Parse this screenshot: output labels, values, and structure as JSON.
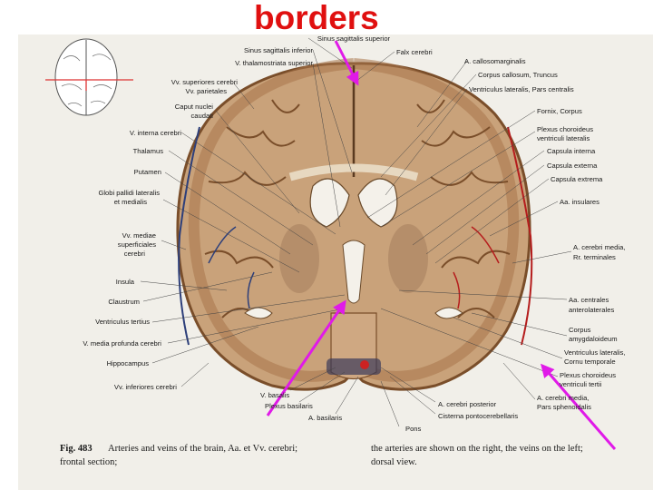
{
  "slide_title": "borders",
  "colors": {
    "title": "#e01010",
    "arrow": "#e01ae8",
    "tissue": "#c9a27a",
    "gray_matter": "#a8754a",
    "paper": "#f1efe9"
  },
  "labels_left": [
    "Sinus sagittalis superior",
    "Sinus sagittalis inferior",
    "V. thalamostriata superior",
    "Vv. superiores cerebri",
    "Vv. parietales",
    "Caput nuclei",
    "caudati",
    "V. interna cerebri",
    "Thalamus",
    "Putamen",
    "Globi pallidi lateralis",
    "et medialis",
    "Vv. mediae",
    "superficiales",
    "cerebri",
    "Insula",
    "Claustrum",
    "Ventriculus tertius",
    "V. media profunda cerebri",
    "Hippocampus",
    "Vv. inferiores cerebri"
  ],
  "labels_right": [
    "Falx cerebri",
    "A. callosomarginalis",
    "Corpus callosum, Truncus",
    "Ventriculus lateralis, Pars centralis",
    "Fornix, Corpus",
    "Plexus choroideus",
    "ventriculi lateralis",
    "Capsula interna",
    "Capsula externa",
    "Capsula extrema",
    "Aa. insulares",
    "A. cerebri media,",
    "Rr. terminales",
    "Aa. centrales",
    "anterolaterales",
    "Corpus",
    "amygdaloideum",
    "Ventriculus lateralis,",
    "Cornu temporale",
    "Plexus choroideus",
    "ventriculi tertii",
    "A. cerebri media,",
    "Pars sphenoidalis"
  ],
  "labels_bottom": [
    "V. basalis",
    "Plexus basilaris",
    "A. basilaris",
    "A. cerebri posterior",
    "Cisterna pontocerebellaris",
    "Pons"
  ],
  "caption": {
    "fig": "Fig. 483",
    "left_line1": "Arteries and veins of the brain, Aa. et Vv. cerebri;",
    "left_line2": "frontal section;",
    "right_line1": "the arteries are shown on the right, the veins on the left;",
    "right_line2": "dorsal view."
  }
}
